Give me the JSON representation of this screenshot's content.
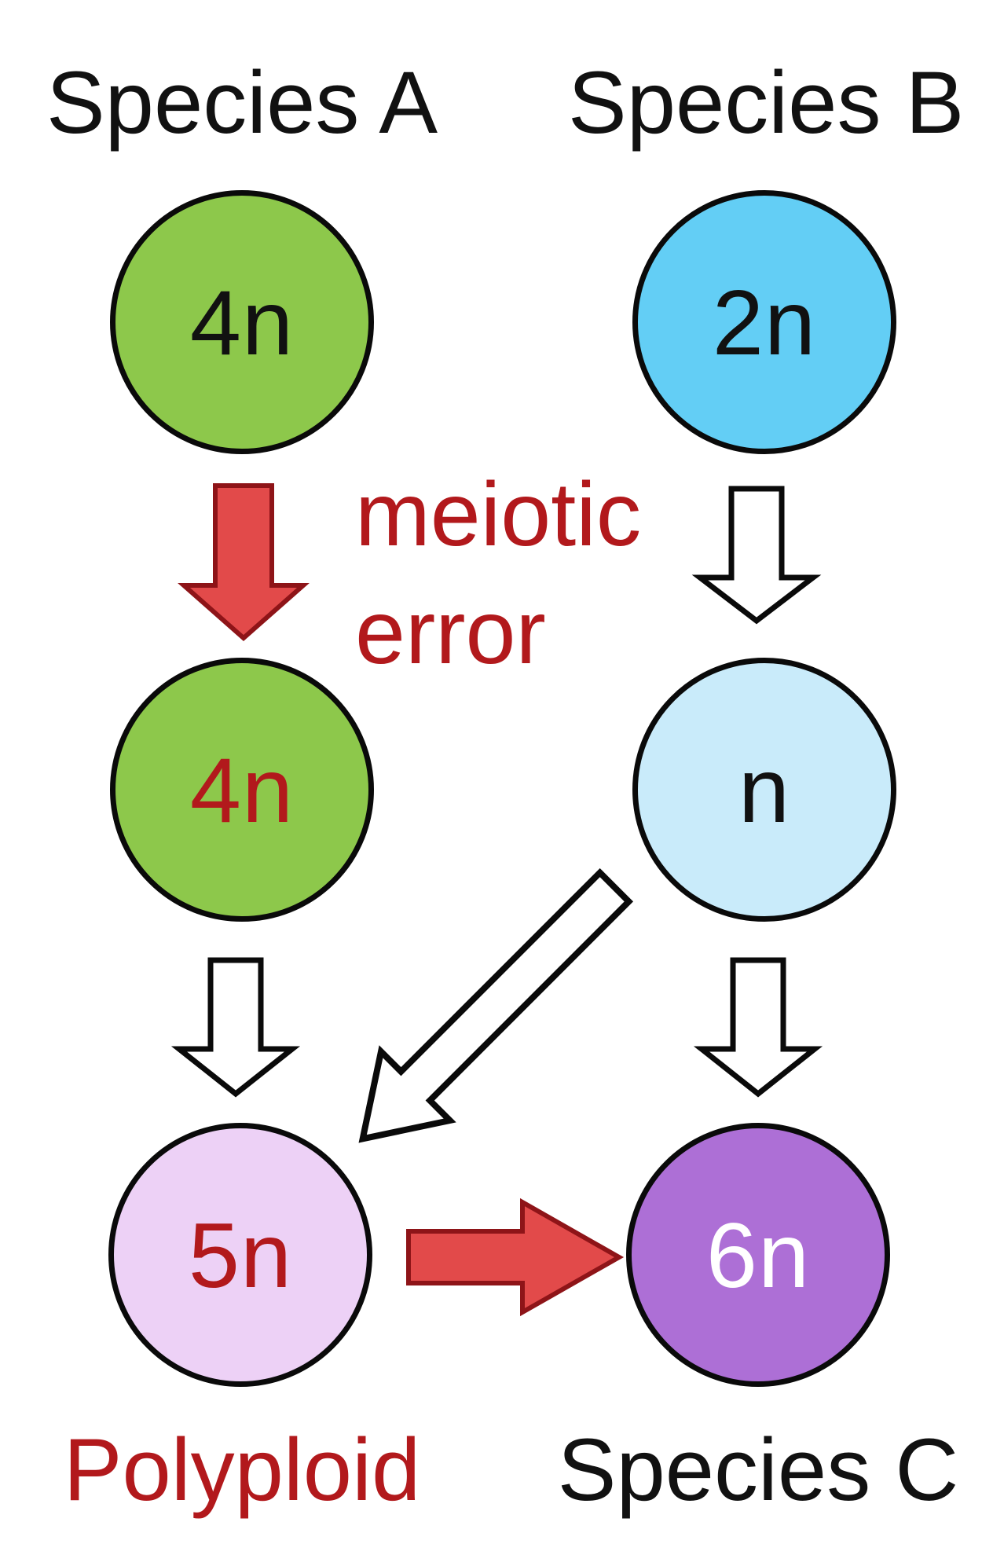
{
  "diagram": {
    "labels": {
      "species_a": "Species A",
      "species_b": "Species B",
      "species_c": "Species C",
      "polyploid": "Polyploid",
      "meiotic_error_line1": "meiotic",
      "meiotic_error_line2": "error"
    },
    "nodes": {
      "a_top": {
        "label": "4n",
        "fill": "#8DC84B",
        "text_color": "#111111"
      },
      "b_top": {
        "label": "2n",
        "fill": "#63CEF5",
        "text_color": "#111111"
      },
      "a_mid": {
        "label": "4n",
        "fill": "#8DC84B",
        "text_color": "#B2191C"
      },
      "b_mid": {
        "label": "n",
        "fill": "#C9EBFA",
        "text_color": "#111111"
      },
      "hybrid": {
        "label": "5n",
        "fill": "#EDD1F6",
        "text_color": "#B2191C"
      },
      "c_new": {
        "label": "6n",
        "fill": "#AD6FD6",
        "text_color": "#FFFFFF"
      }
    },
    "colors": {
      "dark_red_text": "#B2191C",
      "red_arrow_fill": "#E24A4A",
      "red_arrow_stroke": "#8E1418",
      "white_arrow_fill": "#FFFFFF",
      "arrow_outline": "#0A0A0A"
    }
  }
}
